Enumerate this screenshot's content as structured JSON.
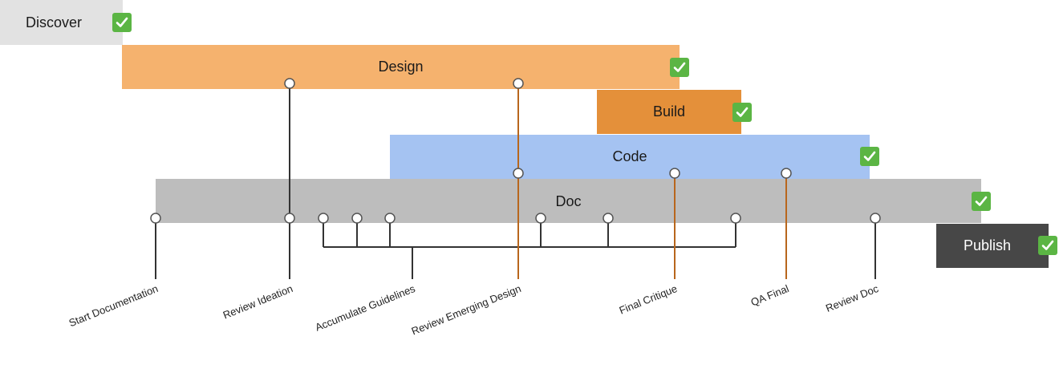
{
  "colors": {
    "discover": "#e2e2e2",
    "design": "#f5b26e",
    "build": "#e4903a",
    "code": "#a5c3f2",
    "doc": "#bdbdbd",
    "publish": "#474747",
    "check": "#5bb544",
    "connector_gray": "#333333",
    "connector_orange": "#b8661c"
  },
  "phases": {
    "discover": {
      "label": "Discover",
      "icon": "check-icon"
    },
    "design": {
      "label": "Design",
      "icon": "check-icon"
    },
    "build": {
      "label": "Build",
      "icon": "check-icon"
    },
    "code": {
      "label": "Code",
      "icon": "check-icon"
    },
    "doc": {
      "label": "Doc",
      "icon": "check-icon"
    },
    "publish": {
      "label": "Publish",
      "icon": "check-icon"
    }
  },
  "milestones": {
    "start_documentation": "Start Documentation",
    "review_ideation": "Review Ideation",
    "accumulate_guidelines": "Accumulate Guidelines",
    "review_emerging_design": "Review Emerging Design",
    "final_critique": "Final Critique",
    "qa_final": "QA Final",
    "review_doc": "Review Doc"
  }
}
